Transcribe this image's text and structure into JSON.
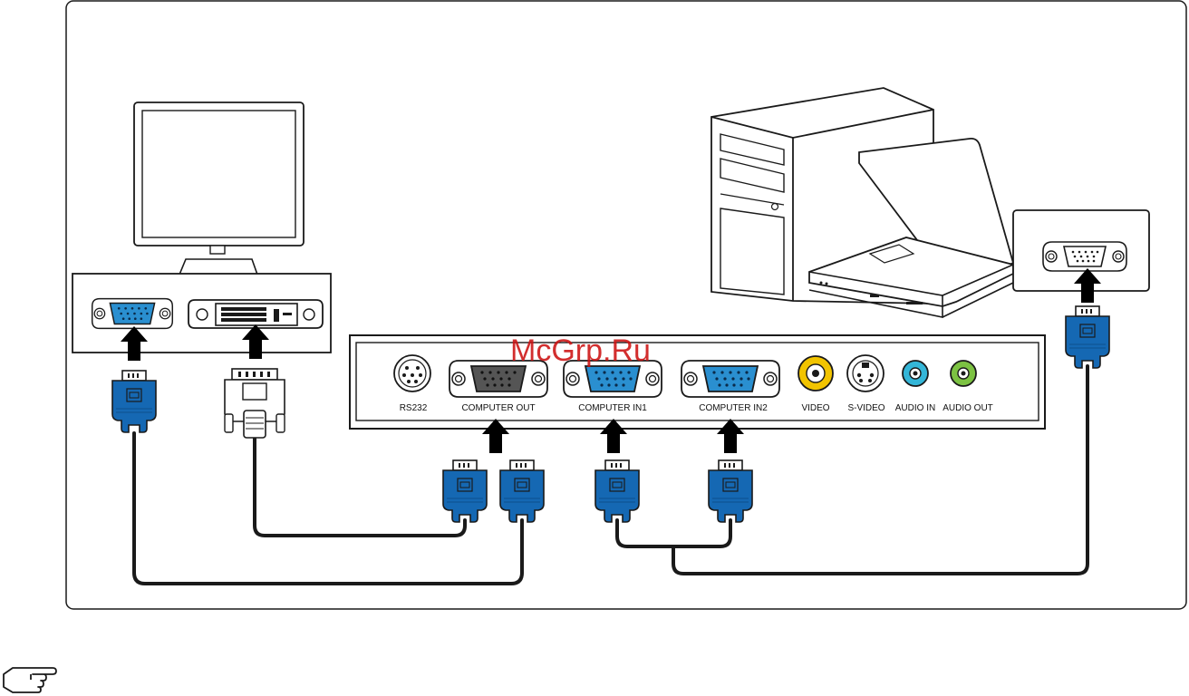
{
  "watermark": "McGrp.Ru",
  "ports": {
    "rs232": "RS232",
    "computer_out": "COMPUTER OUT",
    "computer_in1": "COMPUTER IN1",
    "computer_in2": "COMPUTER IN2",
    "video": "VIDEO",
    "s_video": "S-VIDEO",
    "audio_in": "AUDIO IN",
    "audio_out": "AUDIO OUT"
  },
  "colors": {
    "connector_blue": "#1568b3",
    "connector_blue_dark": "#0d4f8c",
    "port_blue": "#2a8fd0",
    "video_yellow": "#f2c400",
    "audio_in_cyan": "#34b6d8",
    "audio_out_green": "#7cc242",
    "outline": "#1a1a1a"
  },
  "icons": [
    "monitor-icon",
    "desktop-tower-icon",
    "laptop-icon",
    "note-hand-icon"
  ]
}
